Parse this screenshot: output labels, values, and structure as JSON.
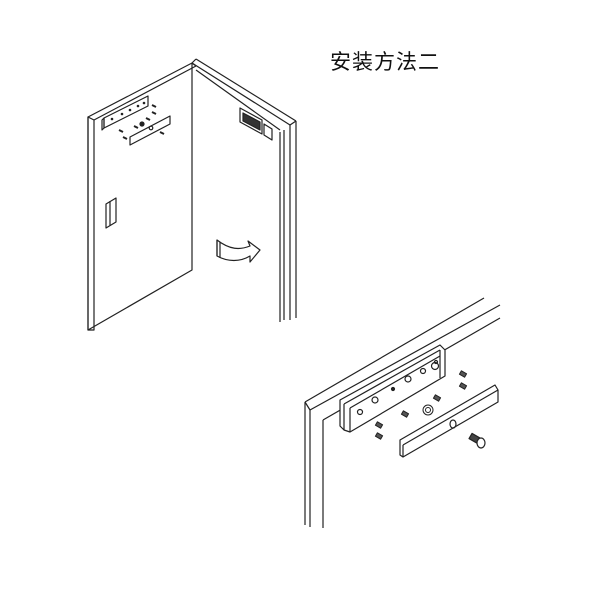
{
  "title": "安装方法二",
  "figures": [
    {
      "id": "door-overview",
      "description": "Open door with electromagnetic lock mounted at top of door frame, armature plate and screws on the door, swing arrow"
    },
    {
      "id": "lock-detail",
      "description": "Close-up exploded view of magnetic lock body and armature plate with mounting screws under the door frame header"
    }
  ],
  "colors": {
    "line": "#222222",
    "fill": "#ffffff",
    "shade": "#888888"
  }
}
